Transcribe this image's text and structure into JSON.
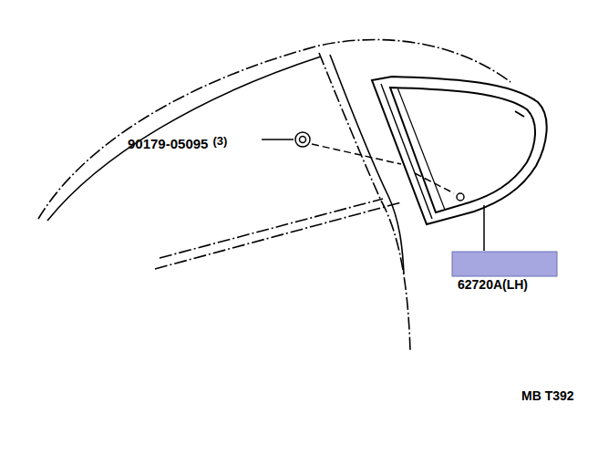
{
  "diagram": {
    "labels": [
      "90179-05095",
      "(3)",
      "62720A(LH)",
      "MB T392"
    ]
  }
}
